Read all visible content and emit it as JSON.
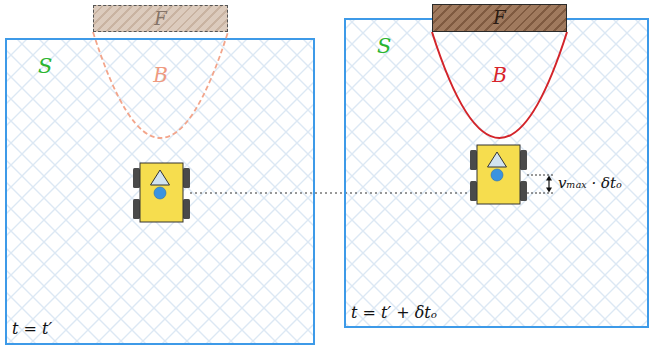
{
  "diagram": {
    "nodes": [
      {
        "text": [
          "S",
          "t = t′"
        ]
      },
      {
        "text": [
          "F"
        ]
      },
      {
        "text": [
          "B"
        ],
        "in": 0
      },
      {
        "text": [
          "S",
          "t = t′ + δtₒ"
        ]
      },
      {
        "text": [
          "F"
        ]
      },
      {
        "text": [
          "B"
        ],
        "in": 3
      }
    ],
    "labels": [
      "vₘₐₓ · δtₒ"
    ]
  }
}
